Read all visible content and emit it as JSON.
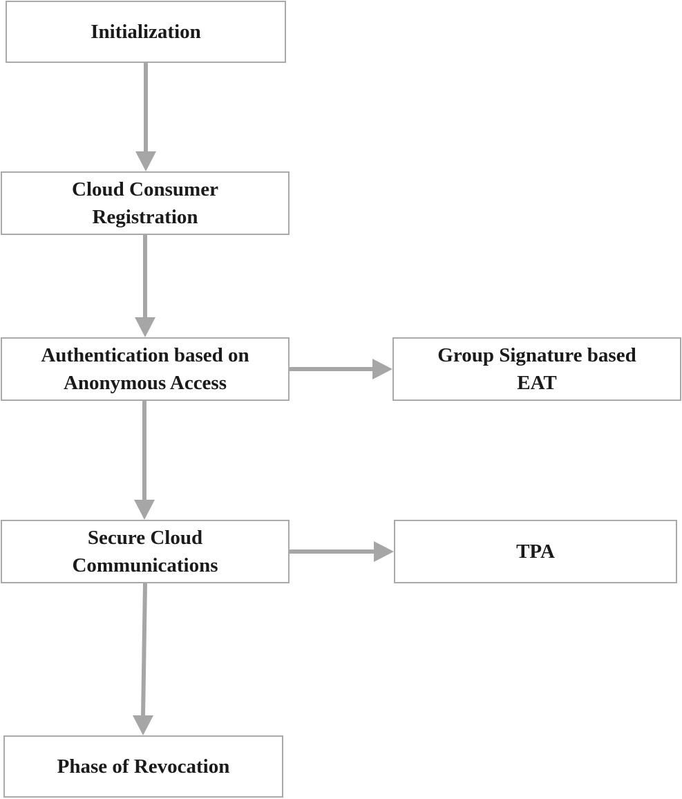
{
  "diagram": {
    "nodes": {
      "initialization": {
        "lines": [
          "Initialization"
        ]
      },
      "registration": {
        "lines": [
          "Cloud Consumer",
          "Registration"
        ]
      },
      "authentication": {
        "lines": [
          "Authentication based on",
          "Anonymous Access"
        ]
      },
      "group_signature": {
        "lines": [
          "Group Signature based",
          "EAT"
        ]
      },
      "secure_comm": {
        "lines": [
          "Secure Cloud",
          "Communications"
        ]
      },
      "tpa": {
        "lines": [
          "TPA"
        ]
      },
      "revocation": {
        "lines": [
          "Phase of Revocation"
        ]
      }
    },
    "edges": [
      {
        "from": "Initialization",
        "to": "Cloud Consumer Registration"
      },
      {
        "from": "Cloud Consumer Registration",
        "to": "Authentication based on Anonymous Access"
      },
      {
        "from": "Authentication based on Anonymous Access",
        "to": "Group Signature based EAT"
      },
      {
        "from": "Authentication based on Anonymous Access",
        "to": "Secure Cloud Communications"
      },
      {
        "from": "Secure Cloud Communications",
        "to": "TPA"
      },
      {
        "from": "Secure Cloud Communications",
        "to": "Phase of Revocation"
      }
    ],
    "colors": {
      "box_border": "#a9a9a9",
      "arrow": "#a6a6a6",
      "text": "#1a1a1a",
      "background": "#ffffff"
    }
  }
}
